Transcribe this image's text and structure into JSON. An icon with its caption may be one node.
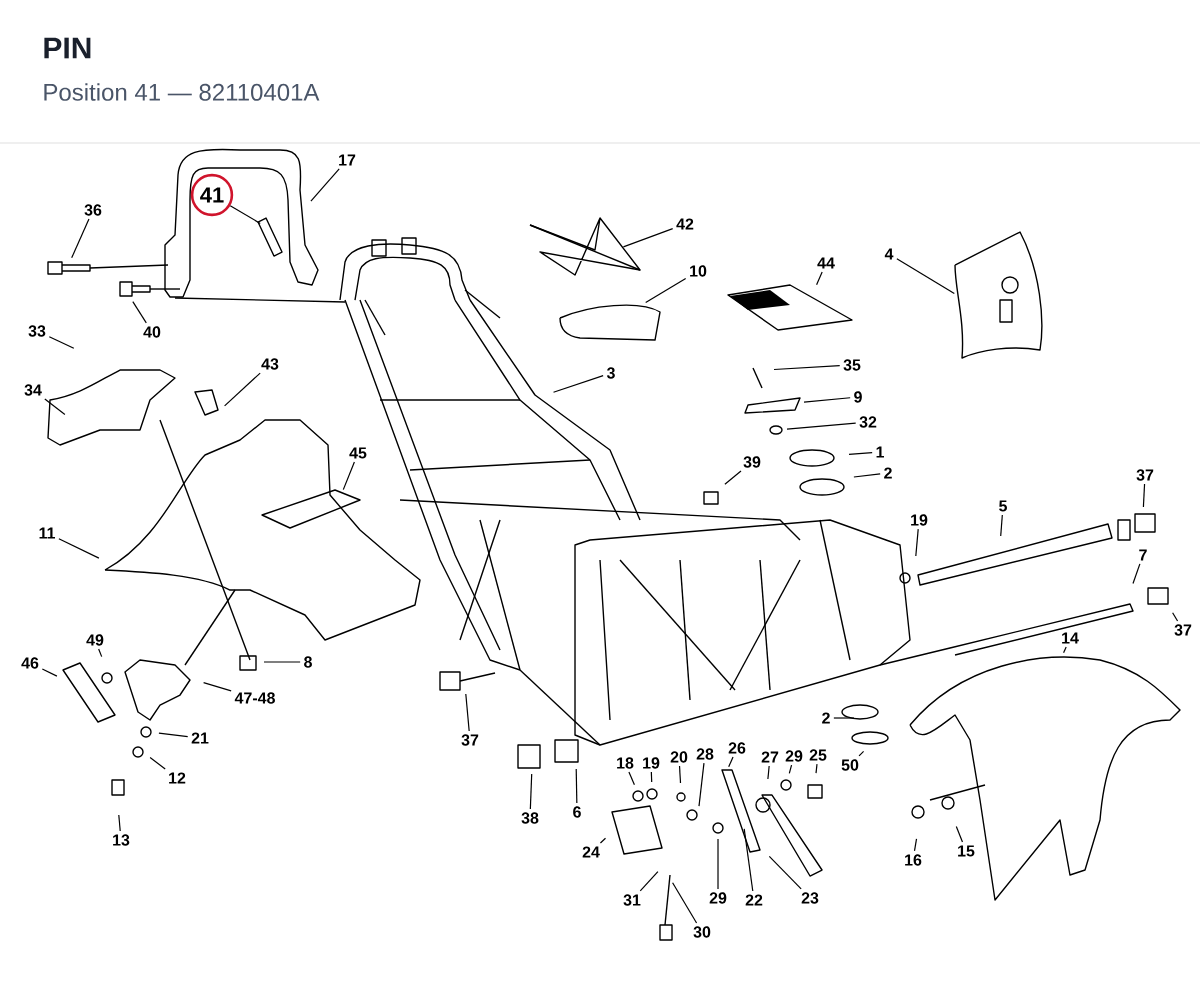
{
  "diagram": {
    "title": "PIN",
    "nodes": [
      {
        "text": [
          "17"
        ]
      },
      {
        "text": [
          "41"
        ]
      },
      {
        "text": [
          "36"
        ]
      },
      {
        "text": [
          "40"
        ]
      },
      {
        "text": [
          "42"
        ]
      },
      {
        "text": [
          "10"
        ]
      },
      {
        "text": [
          "44"
        ]
      },
      {
        "text": [
          "4"
        ]
      },
      {
        "text": [
          "33"
        ]
      },
      {
        "text": [
          "34"
        ]
      },
      {
        "text": [
          "43"
        ]
      },
      {
        "text": [
          "3"
        ]
      },
      {
        "text": [
          "35"
        ]
      },
      {
        "text": [
          "9"
        ]
      },
      {
        "text": [
          "32"
        ]
      },
      {
        "text": [
          "45"
        ]
      },
      {
        "text": [
          "1"
        ]
      },
      {
        "text": [
          "2"
        ]
      },
      {
        "text": [
          "39"
        ]
      },
      {
        "text": [
          "37"
        ]
      },
      {
        "text": [
          "11"
        ]
      },
      {
        "text": [
          "19"
        ]
      },
      {
        "text": [
          "5"
        ]
      },
      {
        "text": [
          "7"
        ]
      },
      {
        "text": [
          "37"
        ]
      },
      {
        "text": [
          "8"
        ]
      },
      {
        "text": [
          "49"
        ]
      },
      {
        "text": [
          "46"
        ]
      },
      {
        "text": [
          "47-48"
        ]
      },
      {
        "text": [
          "14"
        ]
      },
      {
        "text": [
          "37"
        ]
      },
      {
        "text": [
          "2"
        ]
      },
      {
        "text": [
          "21"
        ]
      },
      {
        "text": [
          "12"
        ]
      },
      {
        "text": [
          "50"
        ]
      },
      {
        "text": [
          "13"
        ]
      },
      {
        "text": [
          "38"
        ]
      },
      {
        "text": [
          "6"
        ]
      },
      {
        "text": [
          "18"
        ]
      },
      {
        "text": [
          "19"
        ]
      },
      {
        "text": [
          "20"
        ]
      },
      {
        "text": [
          "28"
        ]
      },
      {
        "text": [
          "26"
        ]
      },
      {
        "text": [
          "27"
        ]
      },
      {
        "text": [
          "29"
        ]
      },
      {
        "text": [
          "25"
        ]
      },
      {
        "text": [
          "24"
        ]
      },
      {
        "text": [
          "29"
        ]
      },
      {
        "text": [
          "22"
        ]
      },
      {
        "text": [
          "23"
        ]
      },
      {
        "text": [
          "31"
        ]
      },
      {
        "text": [
          "30"
        ]
      },
      {
        "text": [
          "16"
        ]
      },
      {
        "text": [
          "15"
        ]
      }
    ],
    "edges": [
      {
        "from": 0,
        "to": null,
        "arrow": "none"
      },
      {
        "from": 1,
        "to": null,
        "arrow": "none"
      },
      {
        "from": 2,
        "to": null,
        "arrow": "none"
      },
      {
        "from": 3,
        "to": null,
        "arrow": "none"
      },
      {
        "from": 4,
        "to": null,
        "arrow": "none"
      },
      {
        "from": 5,
        "to": null,
        "arrow": "none"
      },
      {
        "from": 6,
        "to": null,
        "arrow": "none"
      },
      {
        "from": 7,
        "to": null,
        "arrow": "none"
      },
      {
        "from": 8,
        "to": null,
        "arrow": "none"
      },
      {
        "from": 9,
        "to": null,
        "arrow": "none"
      },
      {
        "from": 10,
        "to": null,
        "arrow": "none"
      },
      {
        "from": 11,
        "to": null,
        "arrow": "none"
      },
      {
        "from": 12,
        "to": null,
        "arrow": "none"
      },
      {
        "from": 13,
        "to": null,
        "arrow": "none"
      },
      {
        "from": 14,
        "to": null,
        "arrow": "none"
      },
      {
        "from": 15,
        "to": null,
        "arrow": "none"
      },
      {
        "from": 16,
        "to": null,
        "arrow": "none"
      },
      {
        "from": 17,
        "to": null,
        "arrow": "none"
      },
      {
        "from": 18,
        "to": null,
        "arrow": "none"
      },
      {
        "from": 19,
        "to": null,
        "arrow": "none"
      },
      {
        "from": 20,
        "to": null,
        "arrow": "none"
      },
      {
        "from": 21,
        "to": null,
        "arrow": "none"
      },
      {
        "from": 22,
        "to": null,
        "arrow": "none"
      },
      {
        "from": 23,
        "to": null,
        "arrow": "none"
      },
      {
        "from": 24,
        "to": null,
        "arrow": "none"
      },
      {
        "from": 25,
        "to": null,
        "arrow": "none"
      },
      {
        "from": 26,
        "to": null,
        "arrow": "none"
      },
      {
        "from": 27,
        "to": null,
        "arrow": "none"
      },
      {
        "from": 28,
        "to": null,
        "arrow": "none"
      },
      {
        "from": 29,
        "to": null,
        "arrow": "none"
      },
      {
        "from": 30,
        "to": null,
        "arrow": "none"
      },
      {
        "from": 31,
        "to": null,
        "arrow": "none"
      },
      {
        "from": 32,
        "to": null,
        "arrow": "none"
      },
      {
        "from": 33,
        "to": null,
        "arrow": "none"
      },
      {
        "from": 34,
        "to": null,
        "arrow": "none"
      },
      {
        "from": 35,
        "to": null,
        "arrow": "none"
      },
      {
        "from": 36,
        "to": null,
        "arrow": "none"
      },
      {
        "from": 37,
        "to": null,
        "arrow": "none"
      },
      {
        "from": 38,
        "to": null,
        "arrow": "none"
      },
      {
        "from": 39,
        "to": null,
        "arrow": "none"
      },
      {
        "from": 40,
        "to": null,
        "arrow": "none"
      },
      {
        "from": 41,
        "to": null,
        "arrow": "none"
      },
      {
        "from": 42,
        "to": null,
        "arrow": "none"
      },
      {
        "from": 43,
        "to": null,
        "arrow": "none"
      },
      {
        "from": 44,
        "to": null,
        "arrow": "none"
      },
      {
        "from": 45,
        "to": null,
        "arrow": "none"
      },
      {
        "from": 46,
        "to": null,
        "arrow": "none"
      },
      {
        "from": 47,
        "to": null,
        "arrow": "none"
      },
      {
        "from": 48,
        "to": null,
        "arrow": "none"
      },
      {
        "from": 49,
        "to": null,
        "arrow": "none"
      },
      {
        "from": 50,
        "to": null,
        "arrow": "none"
      },
      {
        "from": 51,
        "to": null,
        "arrow": "none"
      },
      {
        "from": 52,
        "to": null,
        "arrow": "none"
      },
      {
        "from": 53,
        "to": null,
        "arrow": "none"
      }
    ],
    "labels": [
      "Position 41 — 82110401A"
    ]
  }
}
